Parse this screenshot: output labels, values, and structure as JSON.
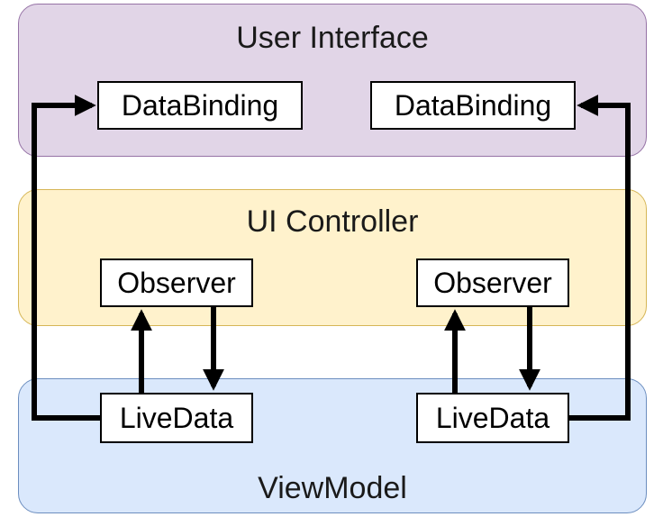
{
  "colors": {
    "user_interface_fill": "#e1d5e7",
    "user_interface_border": "#9673a6",
    "ui_controller_fill": "#fff2cc",
    "ui_controller_border": "#d6b656",
    "view_model_fill": "#dae8fc",
    "view_model_border": "#6c8ebf",
    "arrow": "#000000"
  },
  "layers": {
    "user_interface": "User Interface",
    "ui_controller": "UI Controller",
    "view_model": "ViewModel"
  },
  "nodes": {
    "databinding_left": "DataBinding",
    "databinding_right": "DataBinding",
    "observer_left": "Observer",
    "observer_right": "Observer",
    "livedata_left": "LiveData",
    "livedata_right": "LiveData"
  }
}
